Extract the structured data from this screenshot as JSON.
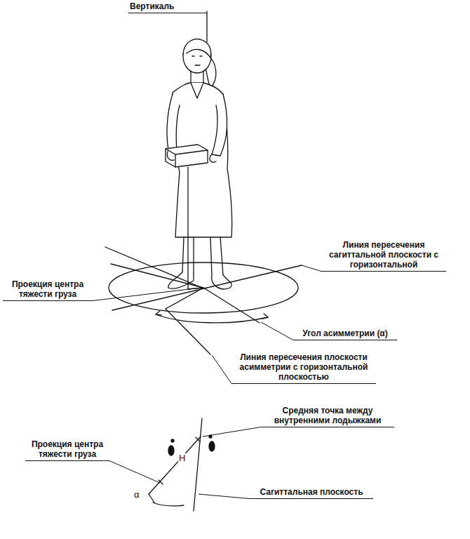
{
  "diagram": {
    "labels": [
      "Вертикаль",
      "Проекция центра тяжести груза",
      "Линия пересечения сагиттальной плоскости с горизонтальной",
      "Угол асимметрии (α)",
      "Линия пересечения плоскости асимметрии с горизонтальной плоскостью",
      "Средняя точка между внутренними лодыжками",
      "Проекция центра тяжести груза",
      "Сагиттальная плоскость",
      "α",
      "H"
    ]
  }
}
